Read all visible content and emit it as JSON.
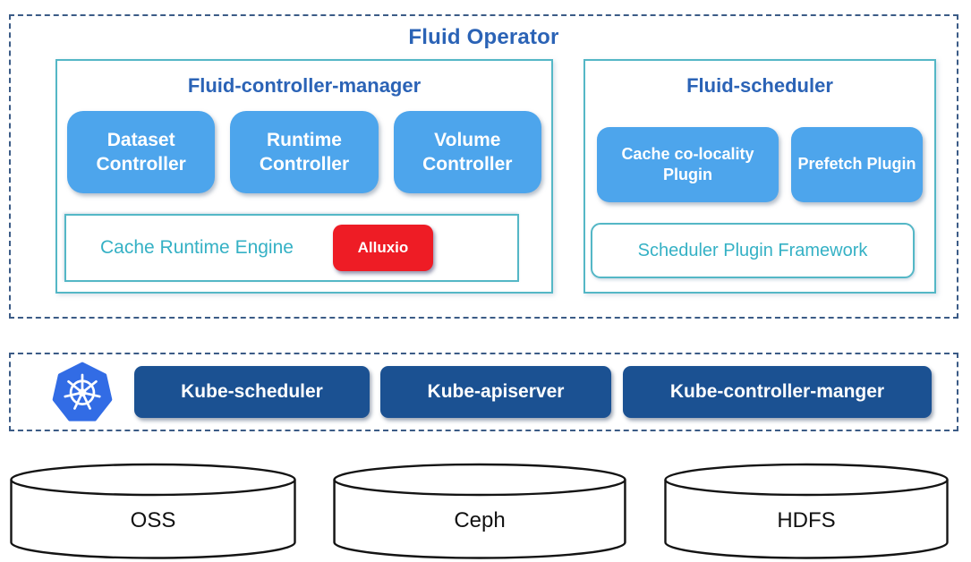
{
  "fluid_operator": {
    "title": "Fluid Operator",
    "controller_manager": {
      "title": "Fluid-controller-manager",
      "controllers": [
        "Dataset Controller",
        "Runtime Controller",
        "Volume Controller"
      ],
      "cache_runtime_engine": {
        "label": "Cache Runtime Engine",
        "engine_label": "Alluxio"
      }
    },
    "scheduler": {
      "title": "Fluid-scheduler",
      "plugins": [
        "Cache co-locality Plugin",
        "Prefetch Plugin"
      ],
      "framework_label": "Scheduler Plugin Framework"
    }
  },
  "kubernetes_layer": {
    "logo_icon": "kubernetes-logo",
    "components": [
      "Kube-scheduler",
      "Kube-apiserver",
      "Kube-controller-manger"
    ]
  },
  "storage_layer": {
    "datastores": [
      "OSS",
      "Ceph",
      "HDFS"
    ]
  },
  "colors": {
    "title_blue": "#2b63b6",
    "node_blue": "#4da5ec",
    "kube_navy": "#1b5192",
    "alluxio_red": "#ee1c25",
    "teal_border": "#54b7c6",
    "teal_text": "#35b1c5",
    "dashed_border": "#3b5b86",
    "kubernetes_blue": "#326CE5"
  }
}
